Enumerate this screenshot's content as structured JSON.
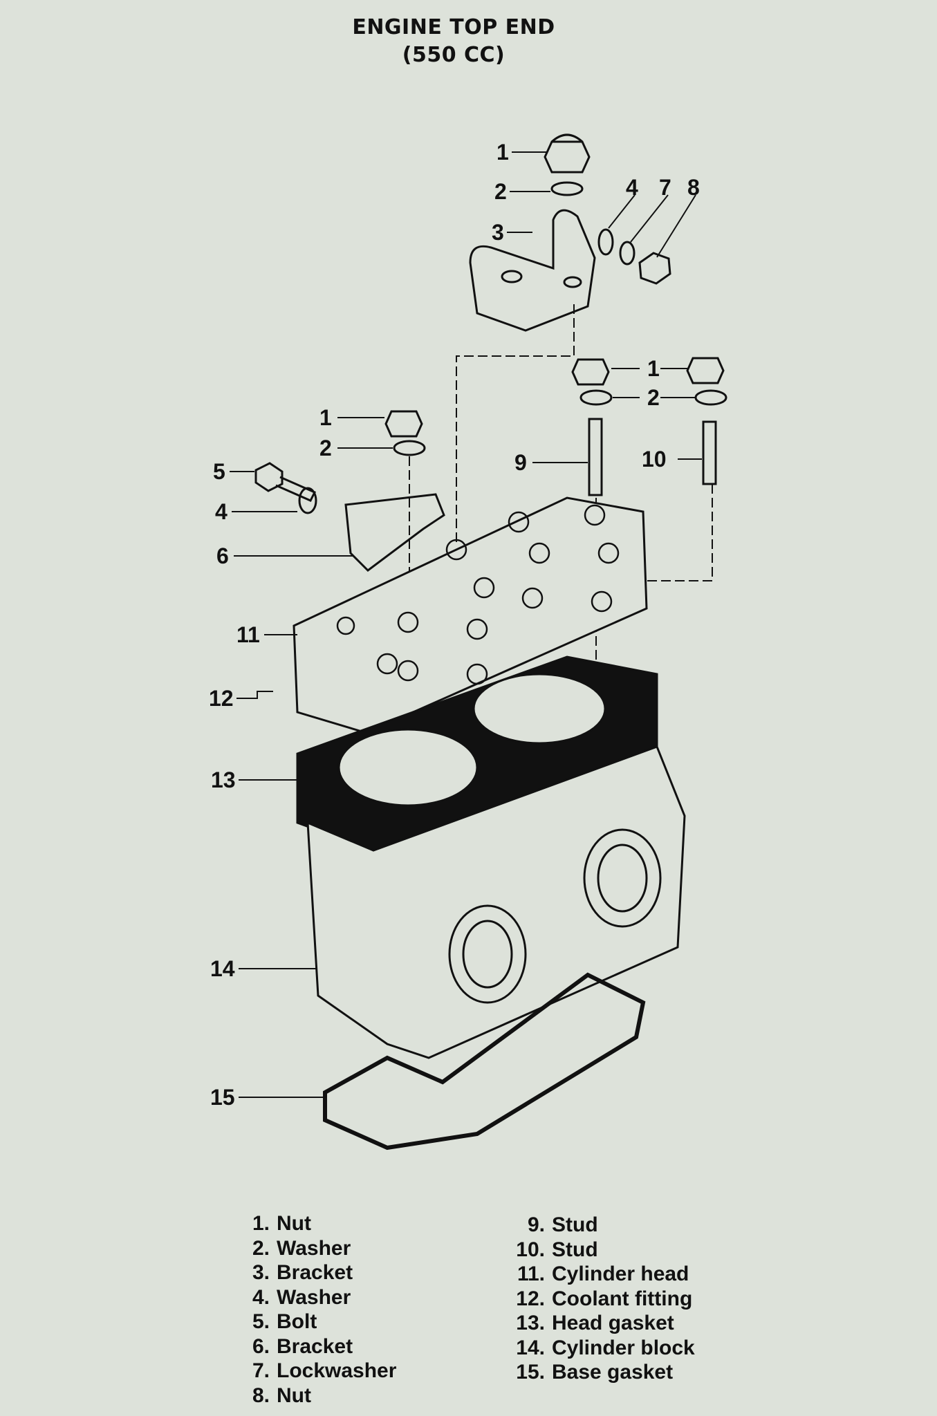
{
  "title": {
    "line1": "ENGINE TOP END",
    "line2": "(550 CC)"
  },
  "callouts": {
    "c1a": "1",
    "c2a": "2",
    "c3": "3",
    "c4a": "4",
    "c7": "7",
    "c8": "8",
    "c1b": "1",
    "c2b": "2",
    "c1c": "1",
    "c2c": "2",
    "c5": "5",
    "c4b": "4",
    "c6": "6",
    "c9": "9",
    "c10": "10",
    "c11": "11",
    "c12": "12",
    "c13": "13",
    "c14": "14",
    "c15": "15"
  },
  "legend": [
    {
      "num": "1.",
      "label": "Nut"
    },
    {
      "num": "2.",
      "label": "Washer"
    },
    {
      "num": "3.",
      "label": "Bracket"
    },
    {
      "num": "4.",
      "label": "Washer"
    },
    {
      "num": "5.",
      "label": "Bolt"
    },
    {
      "num": "6.",
      "label": "Bracket"
    },
    {
      "num": "7.",
      "label": "Lockwasher"
    },
    {
      "num": "8.",
      "label": "Nut"
    },
    {
      "num": "9.",
      "label": "Stud"
    },
    {
      "num": "10.",
      "label": "Stud"
    },
    {
      "num": "11.",
      "label": "Cylinder head"
    },
    {
      "num": "12.",
      "label": "Coolant fitting"
    },
    {
      "num": "13.",
      "label": "Head gasket"
    },
    {
      "num": "14.",
      "label": "Cylinder block"
    },
    {
      "num": "15.",
      "label": "Base gasket"
    }
  ]
}
